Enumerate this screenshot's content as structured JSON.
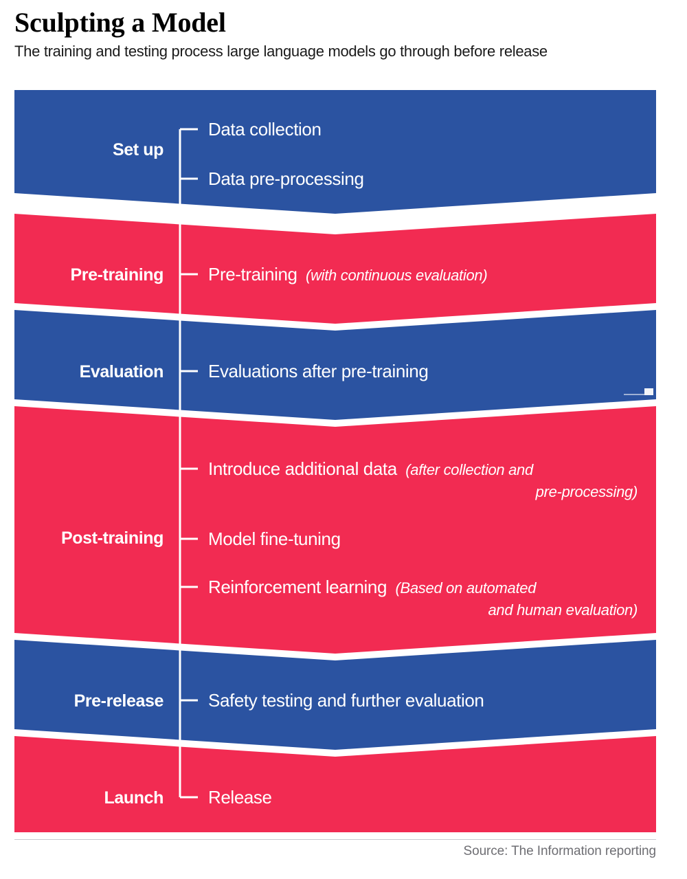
{
  "header": {
    "title": "Sculpting a Model",
    "subtitle": "The training and testing process large language models go through before release"
  },
  "footer": {
    "source": "Source: The Information reporting"
  },
  "colors": {
    "blue": "#2B53A1",
    "red": "#F22B52",
    "text_on_band": "#FFFFFF",
    "background": "#FFFFFF",
    "source_text": "#6E6E73"
  },
  "chart_data": {
    "type": "diagram",
    "subtype": "chevron-funnel-flow",
    "title": "Sculpting a Model",
    "subtitle": "The training and testing process large language models go through before release",
    "orientation": "vertical-top-to-bottom",
    "stage_count": 6,
    "stages": [
      {
        "index": 0,
        "label": "Set up",
        "color": "blue",
        "color_hex": "#2B53A1",
        "items": [
          {
            "main": "Data collection",
            "note": ""
          },
          {
            "main": "Data pre-processing",
            "note": ""
          }
        ]
      },
      {
        "index": 1,
        "label": "Pre-training",
        "color": "red",
        "color_hex": "#F22B52",
        "items": [
          {
            "main": "Pre-training",
            "note": "(with continuous evaluation)"
          }
        ]
      },
      {
        "index": 2,
        "label": "Evaluation",
        "color": "blue",
        "color_hex": "#2B53A1",
        "items": [
          {
            "main": "Evaluations after pre-training",
            "note": ""
          }
        ]
      },
      {
        "index": 3,
        "label": "Post-training",
        "color": "red",
        "color_hex": "#F22B52",
        "items": [
          {
            "main": "Introduce additional data",
            "note": "(after collection and",
            "note2": "pre-processing)"
          },
          {
            "main": "Model fine-tuning",
            "note": ""
          },
          {
            "main": "Reinforcement learning",
            "note": "(Based on automated",
            "note2": "and human evaluation)"
          }
        ]
      },
      {
        "index": 4,
        "label": "Pre-release",
        "color": "blue",
        "color_hex": "#2B53A1",
        "items": [
          {
            "main": "Safety testing and further evaluation",
            "note": ""
          }
        ]
      },
      {
        "index": 5,
        "label": "Launch",
        "color": "red",
        "color_hex": "#F22B52",
        "items": [
          {
            "main": "Release",
            "note": ""
          }
        ]
      }
    ],
    "text": {
      "s0_label": "Set up",
      "s0_i0": "Data collection",
      "s0_i1": "Data pre-processing",
      "s1_label": "Pre-training",
      "s1_i0_main": "Pre-training",
      "s1_i0_note": "(with continuous evaluation)",
      "s2_label": "Evaluation",
      "s2_i0": "Evaluations after pre-training",
      "s3_label": "Post-training",
      "s3_i0_main": "Introduce additional data",
      "s3_i0_note": "(after collection and",
      "s3_i0_note2": "pre-processing)",
      "s3_i1_main": "Model fine-tuning",
      "s3_i2_main": "Reinforcement learning",
      "s3_i2_note": "(Based on automated",
      "s3_i2_note2": "and human evaluation)",
      "s4_label": "Pre-release",
      "s4_i0": "Safety testing and further evaluation",
      "s5_label": "Launch",
      "s5_i0": "Release"
    }
  }
}
